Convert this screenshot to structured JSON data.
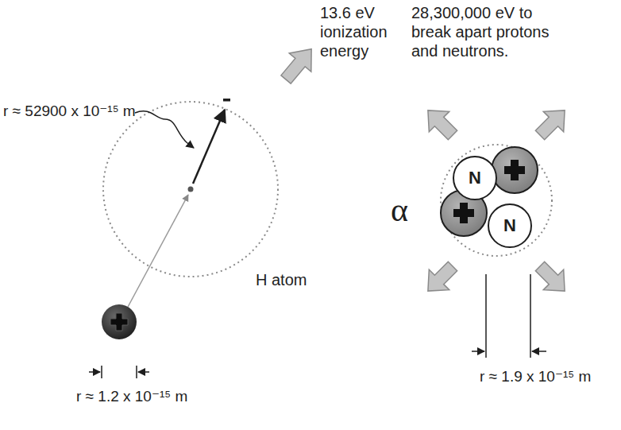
{
  "diagram": {
    "nodes": [
      {
        "text": [
          "N"
        ]
      },
      {
        "text": [
          "N"
        ]
      }
    ],
    "labels": [
      "13.6 eV ionization energy",
      "r ≈ 52900 x 10⁻¹⁵ m",
      "H atom",
      "r ≈ 1.2 x 10⁻¹⁵ m",
      "28,300,000 eV to break apart protons and neutrons.",
      "α",
      "r ≈ 1.9 x 10⁻¹⁵ m"
    ]
  }
}
